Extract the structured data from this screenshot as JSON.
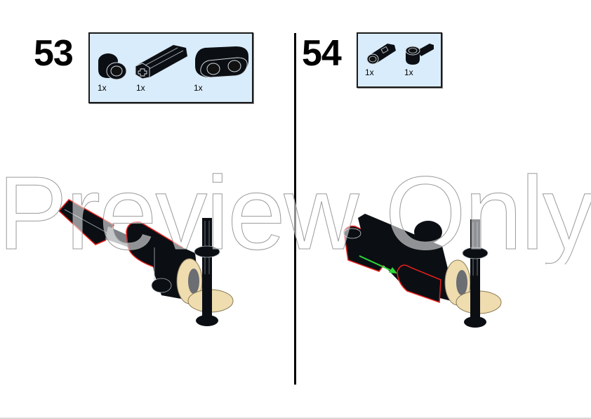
{
  "page": {
    "type": "building-instructions",
    "background": "#ffffff",
    "watermark_text": "Preview Only",
    "colors": {
      "parts_box_fill": "#d9ecfb",
      "parts_box_border": "#1a1a1a",
      "part_black": "#0b0f14",
      "part_tan": "#efdcaf",
      "new_part_outline": "#e8201c",
      "arrow_green": "#2fd83a",
      "divider": "#000000"
    }
  },
  "steps": [
    {
      "number": "53",
      "parts": [
        {
          "name": "Axle and pin connector (round bush)",
          "icon": "bush-part-icon",
          "qty": "1x"
        },
        {
          "name": "Axle connector (hexagonal)",
          "icon": "axle-connector-part-icon",
          "qty": "1x"
        },
        {
          "name": "Liftarm thick 1x2",
          "icon": "liftarm-part-icon",
          "qty": "1x"
        }
      ]
    },
    {
      "number": "54",
      "parts": [
        {
          "name": "Pin connector / axle joiner",
          "icon": "pin-joiner-part-icon",
          "qty": "1x"
        },
        {
          "name": "Axle and pin connector perpendicular",
          "icon": "perpendicular-connector-part-icon",
          "qty": "1x"
        }
      ]
    }
  ]
}
